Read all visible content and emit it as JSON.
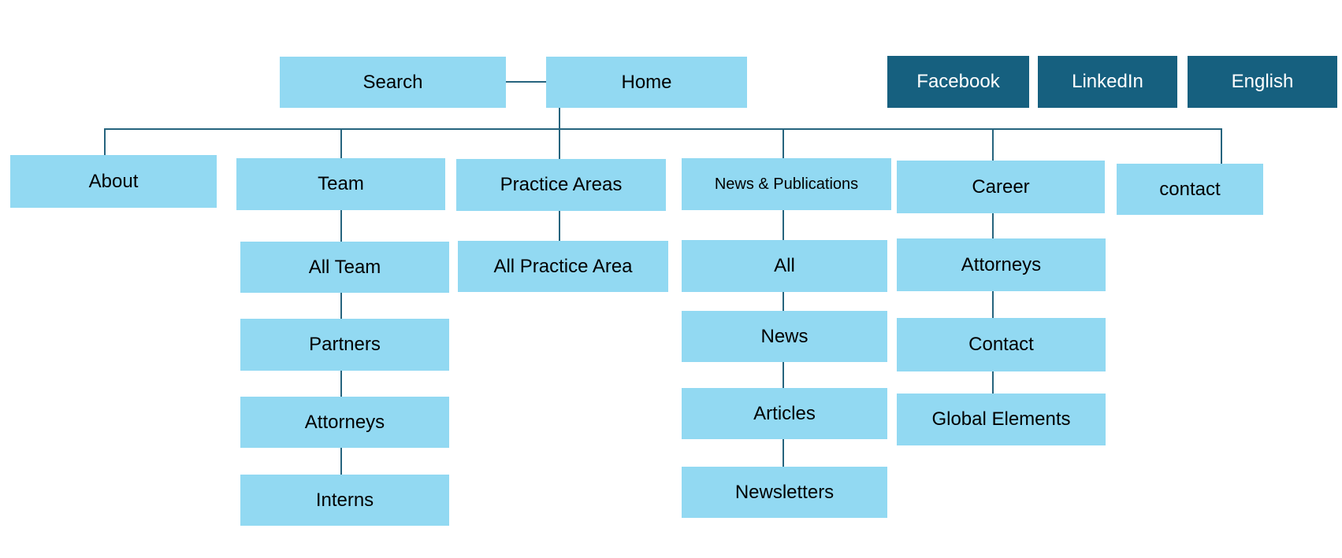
{
  "diagram": {
    "type": "sitemap-flowchart",
    "colors": {
      "node_fill": "#92d9f2",
      "dark_node_fill": "#16607f",
      "connector_line": "#26647e",
      "node_text": "#000000",
      "dark_node_text": "#ffffff"
    },
    "nodes": {
      "search": {
        "label": "Search"
      },
      "home": {
        "label": "Home"
      },
      "facebook": {
        "label": "Facebook"
      },
      "linkedin": {
        "label": "LinkedIn"
      },
      "english": {
        "label": "English"
      },
      "about": {
        "label": "About"
      },
      "team": {
        "label": "Team",
        "children": [
          {
            "label": "All Team"
          },
          {
            "label": "Partners"
          },
          {
            "label": "Attorneys"
          },
          {
            "label": "Interns"
          }
        ]
      },
      "practice_areas": {
        "label": "Practice Areas",
        "children": [
          {
            "label": "All Practice Area"
          }
        ]
      },
      "news_publications": {
        "label": "News & Publications",
        "children": [
          {
            "label": "All"
          },
          {
            "label": "News"
          },
          {
            "label": "Articles"
          },
          {
            "label": "Newsletters"
          }
        ]
      },
      "career": {
        "label": "Career",
        "children": [
          {
            "label": "Attorneys"
          },
          {
            "label": "Contact"
          },
          {
            "label": "Global Elements"
          }
        ]
      },
      "contact": {
        "label": "contact"
      }
    }
  }
}
